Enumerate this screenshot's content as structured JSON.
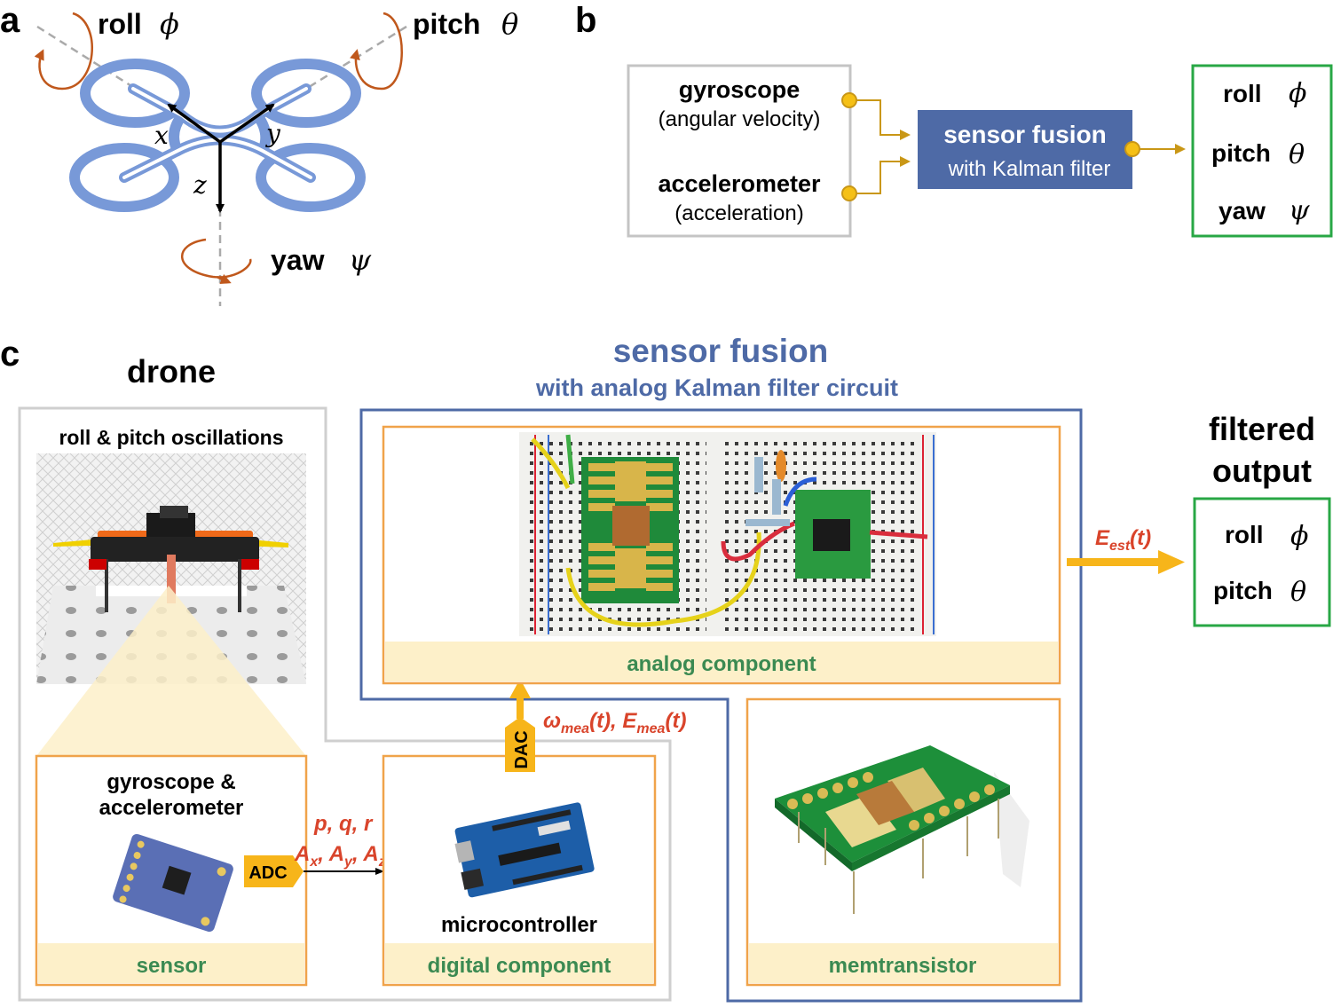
{
  "panel_a": {
    "label": "a",
    "roll": "roll",
    "roll_sym": "ϕ",
    "pitch": "pitch",
    "pitch_sym": "θ",
    "yaw": "yaw",
    "yaw_sym": "ψ",
    "axis_x": "x",
    "axis_y": "y",
    "axis_z": "z"
  },
  "panel_b": {
    "label": "b",
    "gyro": "gyroscope",
    "gyro_sub": "(angular velocity)",
    "accel": "accelerometer",
    "accel_sub": "(acceleration)",
    "fusion": "sensor fusion",
    "fusion_sub": "with Kalman filter",
    "out_roll": "roll",
    "out_roll_sym": "ϕ",
    "out_pitch": "pitch",
    "out_pitch_sym": "θ",
    "out_yaw": "yaw",
    "out_yaw_sym": "ψ"
  },
  "panel_c": {
    "label": "c",
    "drone_title": "drone",
    "fusion_title": "sensor fusion",
    "fusion_subtitle": "with analog Kalman filter circuit",
    "oscillations": "roll & pitch oscillations",
    "gyro_accel_1": "gyroscope &",
    "gyro_accel_2": "accelerometer",
    "sensor_label": "sensor",
    "adc": "ADC",
    "pqr": "p, q, r",
    "A": "A",
    "x": "x",
    "y": "y",
    "z": "z",
    "microcontroller": "microcontroller",
    "digital_label": "digital component",
    "dac": "DAC",
    "omega": "ω",
    "mea": "mea",
    "t": "t",
    "E": "E",
    "est": "est",
    "analog_label": "analog component",
    "memtransistor": "memtransistor",
    "filtered_1": "filtered",
    "filtered_2": "output",
    "out_roll": "roll",
    "out_roll_sym": "ϕ",
    "out_pitch": "pitch",
    "out_pitch_sym": "θ"
  },
  "colors": {
    "drone_blue": "#7899d8",
    "orange_arrow": "#c0581c",
    "fusion_blue": "#4e6aa6",
    "green": "#28a745",
    "box_orange": "#f0a34a",
    "band_yellow": "#fdf0c9",
    "label_green": "#3b8a52",
    "red_text": "#d9442b",
    "gold": "#f7b51a"
  }
}
